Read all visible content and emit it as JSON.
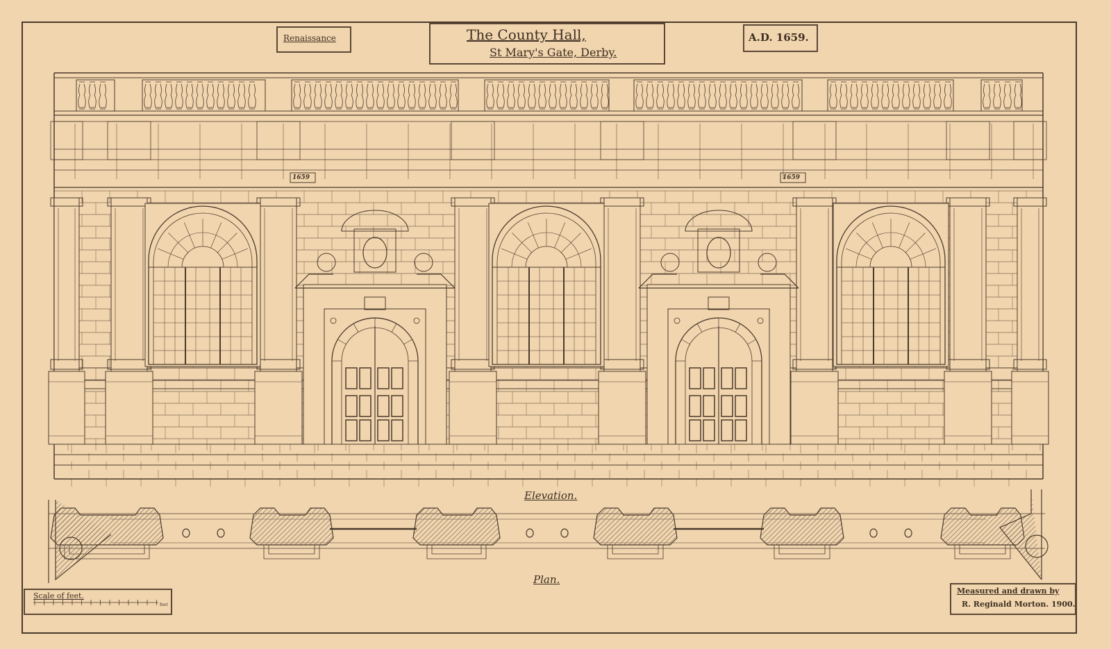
{
  "sheet": {
    "style_label": "Renaissance",
    "title_line1": "The County Hall,",
    "title_line2": "St Mary's Gate, Derby.",
    "date_label": "A.D. 1659.",
    "elevation_label": "Elevation.",
    "plan_label": "Plan.",
    "scale_label": "Scale of feet.",
    "scale_end": "feet",
    "credit_line1": "Measured and drawn by",
    "credit_line2": "R. Reginald Morton. 1900.",
    "date_tablet_left": "1659",
    "date_tablet_right": "1659"
  },
  "colors": {
    "paper": "#f1d5ae",
    "ink": "#4a3a2c",
    "hatch": "#8a7a68"
  }
}
